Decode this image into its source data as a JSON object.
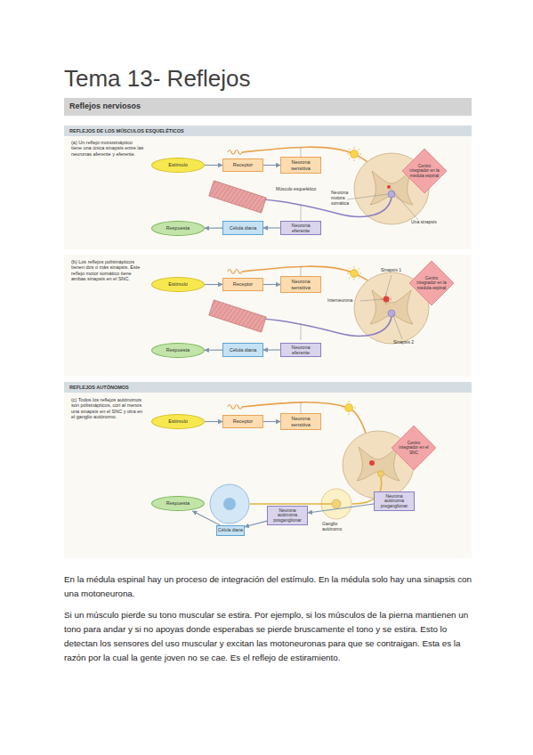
{
  "diagram": {
    "title": "Tema 13- Reflejos",
    "nodes": [
      {
        "text": [
          "Reflejos nerviosos"
        ]
      },
      {
        "text": [
          "REFLEJOS DE LOS MÚSCULOS ESQUELÉTICOS"
        ]
      },
      {
        "text": [
          "Estímulo"
        ]
      },
      {
        "text": [
          "Receptor"
        ]
      },
      {
        "text": [
          "Neurona sensitiva"
        ]
      },
      {
        "text": [
          "Centro integrador en la médula espinal"
        ]
      },
      {
        "text": [
          "Respuesta"
        ]
      },
      {
        "text": [
          "Célula diana"
        ]
      },
      {
        "text": [
          "Neurona eferente"
        ]
      },
      {
        "text": [
          "Estímulo"
        ]
      },
      {
        "text": [
          "Receptor"
        ]
      },
      {
        "text": [
          "Neurona sensitiva"
        ]
      },
      {
        "text": [
          "Centro integrador en la médula espinal"
        ]
      },
      {
        "text": [
          "Respuesta"
        ]
      },
      {
        "text": [
          "Célula diana"
        ]
      },
      {
        "text": [
          "Neurona eferente"
        ]
      },
      {
        "text": [
          "REFLEJOS AUTÓNOMOS"
        ]
      },
      {
        "text": [
          "Estímulo"
        ]
      },
      {
        "text": [
          "Receptor"
        ]
      },
      {
        "text": [
          "Neurona sensitiva"
        ]
      },
      {
        "text": [
          "Centro integrador en el SNC"
        ]
      },
      {
        "text": [
          "Neurona autónoma preganglionar"
        ]
      },
      {
        "text": [
          "Respuesta"
        ]
      },
      {
        "text": [
          "Célula diana"
        ]
      },
      {
        "text": [
          "Neurona autónoma posganglionar"
        ]
      }
    ],
    "edges": [
      {
        "from": 2,
        "to": 3,
        "arrow": "to"
      },
      {
        "from": 3,
        "to": 4,
        "arrow": "to"
      },
      {
        "from": 8,
        "to": 7,
        "arrow": "to"
      },
      {
        "from": 7,
        "to": 6,
        "arrow": "to"
      },
      {
        "from": 9,
        "to": 10,
        "arrow": "to"
      },
      {
        "from": 10,
        "to": 11,
        "arrow": "to"
      },
      {
        "from": 15,
        "to": 14,
        "arrow": "to"
      },
      {
        "from": 14,
        "to": 13,
        "arrow": "to"
      },
      {
        "from": 17,
        "to": 18,
        "arrow": "to"
      },
      {
        "from": 18,
        "to": 19,
        "arrow": "to"
      },
      {
        "from": 21,
        "to": 24,
        "arrow": "to"
      },
      {
        "from": 24,
        "to": 23,
        "arrow": "to"
      },
      {
        "from": 23,
        "to": 22,
        "arrow": "to"
      }
    ],
    "labels": [
      "(a) Un reflejo monosináptico tiene una única sinapsis entre las neuronas aferente y eferente.",
      "Músculo esquelético",
      "Neurona motora somática",
      "Una sinapsis",
      "(b) Los reflejos polisinápticos tienen dos o más sinapsis. Este reflejo motor somático tiene ambas sinapsis en el SNC.",
      "Sinapsis 1",
      "Interneurona",
      "Sinapsis 2",
      "(c) Todos los reflejos autónomos son polisinápticos, con al menos una sinapsis en el SNC y otra en el ganglio autónomo.",
      "Ganglio autónomo",
      "En la médula espinal hay un proceso de integración del estímulo. En la médula solo hay una sinapsis con una motoneurona.",
      "Si un músculo pierde su tono muscular se estira. Por ejemplo, si los músculos de la pierna mantienen un tono para andar y si no apoyas donde esperabas se pierde bruscamente el tono y se estira. Esto lo detectan los sensores del uso muscular y excitan las motoneuronas para que se contraigan. Esta es la razón por la cual la gente joven no se cae. Es el reflejo de estiramiento."
    ]
  }
}
